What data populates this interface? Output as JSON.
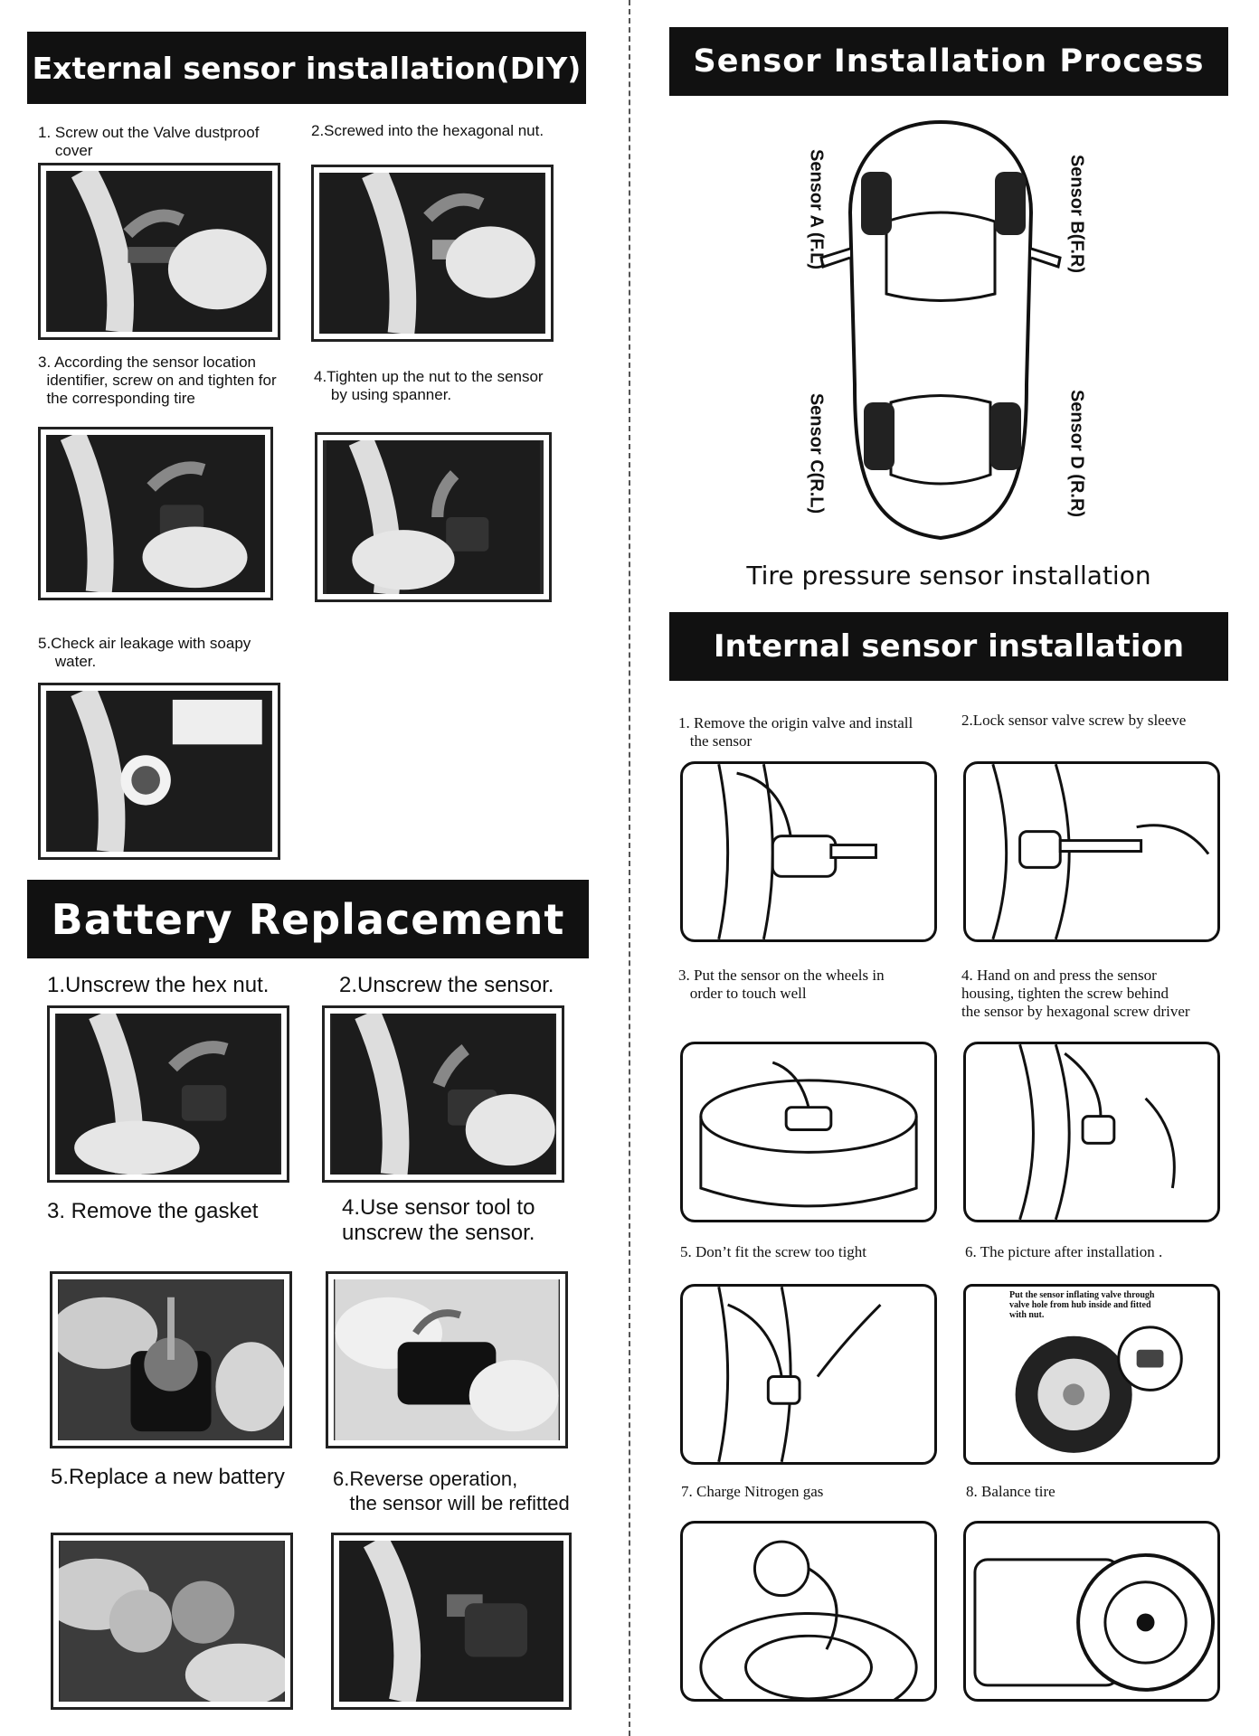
{
  "external": {
    "title": "External sensor installation(DIY)",
    "steps": [
      "1. Screw out the Valve dustproof\n    cover",
      "2.Screwed into the hexagonal nut.",
      "3. According the sensor location\n  identifier, screw on and tighten for\n  the corresponding tire",
      "4.Tighten up the nut to the sensor\n    by using spanner.",
      "5.Check air leakage with soapy\n    water."
    ]
  },
  "battery": {
    "title": "Battery Replacement",
    "steps": [
      "1.Unscrew the hex nut.",
      "2.Unscrew the sensor.",
      "3. Remove the gasket",
      "4.Use sensor tool to\nunscrew the sensor.",
      "5.Replace a new battery",
      "6.Reverse operation,\n   the sensor will be refitted"
    ]
  },
  "process": {
    "title": "Sensor Installation Process",
    "sensor_a": "Sensor A  (F.L)",
    "sensor_b": "Sensor B(F.R)",
    "sensor_c": "Sensor C(R.L)",
    "sensor_d": "Sensor D  (R.R)",
    "caption": "Tire pressure sensor installation"
  },
  "internal": {
    "title": "Internal sensor installation",
    "steps": [
      "1. Remove the origin valve and install\n   the sensor",
      "2.Lock sensor valve screw by sleeve",
      "3. Put the sensor on the wheels in\n   order to touch well",
      "4. Hand on and press the sensor\nhousing, tighten the screw behind\nthe sensor by hexagonal screw driver",
      "5. Don’t fit the screw too tight",
      "6. The picture after installation .",
      "7. Charge Nitrogen gas",
      "8. Balance tire"
    ],
    "inset_note": "Put the sensor inflating valve through\nvalve hole from hub inside and fitted\nwith nut."
  }
}
